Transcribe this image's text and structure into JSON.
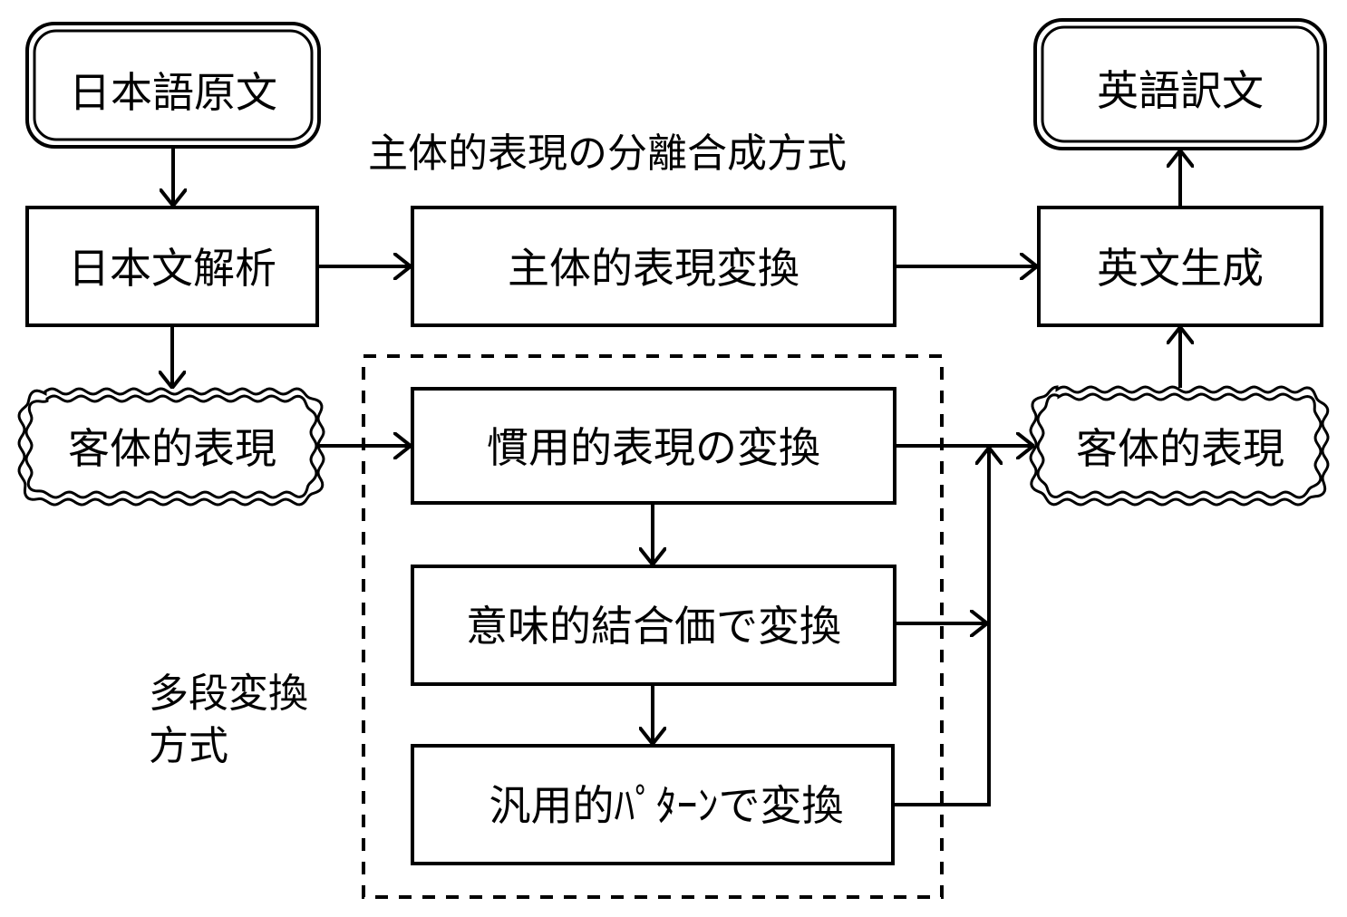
{
  "diagram": {
    "title": "主体的表現の分離合成方式",
    "group_label_line1": "多段変換",
    "group_label_line2": "方式",
    "nodes": {
      "source": {
        "label": "日本語原文",
        "shape": "double-rounded-terminal"
      },
      "analysis": {
        "label": "日本文解析",
        "shape": "rectangle"
      },
      "objective_in": {
        "label": "客体的表現",
        "shape": "wavy-double-rounded"
      },
      "subjective_conv": {
        "label": "主体的表現変換",
        "shape": "rectangle"
      },
      "idiom_conv": {
        "label": "慣用的表現の変換",
        "shape": "rectangle"
      },
      "semantic_conv": {
        "label": "意味的結合価で変換",
        "shape": "rectangle"
      },
      "pattern_conv": {
        "label": "汎用的ﾊﾟﾀｰﾝで変換",
        "shape": "rectangle"
      },
      "objective_out": {
        "label": "客体的表現",
        "shape": "wavy-double-rounded"
      },
      "generation": {
        "label": "英文生成",
        "shape": "rectangle"
      },
      "target": {
        "label": "英語訳文",
        "shape": "double-rounded-terminal"
      }
    },
    "edges": [
      {
        "from": "source",
        "to": "analysis"
      },
      {
        "from": "analysis",
        "to": "subjective_conv"
      },
      {
        "from": "analysis",
        "to": "objective_in"
      },
      {
        "from": "subjective_conv",
        "to": "generation"
      },
      {
        "from": "objective_in",
        "to": "idiom_conv"
      },
      {
        "from": "idiom_conv",
        "to": "semantic_conv"
      },
      {
        "from": "semantic_conv",
        "to": "pattern_conv"
      },
      {
        "from": "idiom_conv",
        "to": "objective_out"
      },
      {
        "from": "semantic_conv",
        "to": "objective_out"
      },
      {
        "from": "pattern_conv",
        "to": "objective_out"
      },
      {
        "from": "objective_out",
        "to": "generation"
      },
      {
        "from": "generation",
        "to": "target"
      }
    ],
    "group": {
      "name": "multi-stage-conversion",
      "members": [
        "idiom_conv",
        "semantic_conv",
        "pattern_conv"
      ],
      "style": "dashed"
    }
  }
}
